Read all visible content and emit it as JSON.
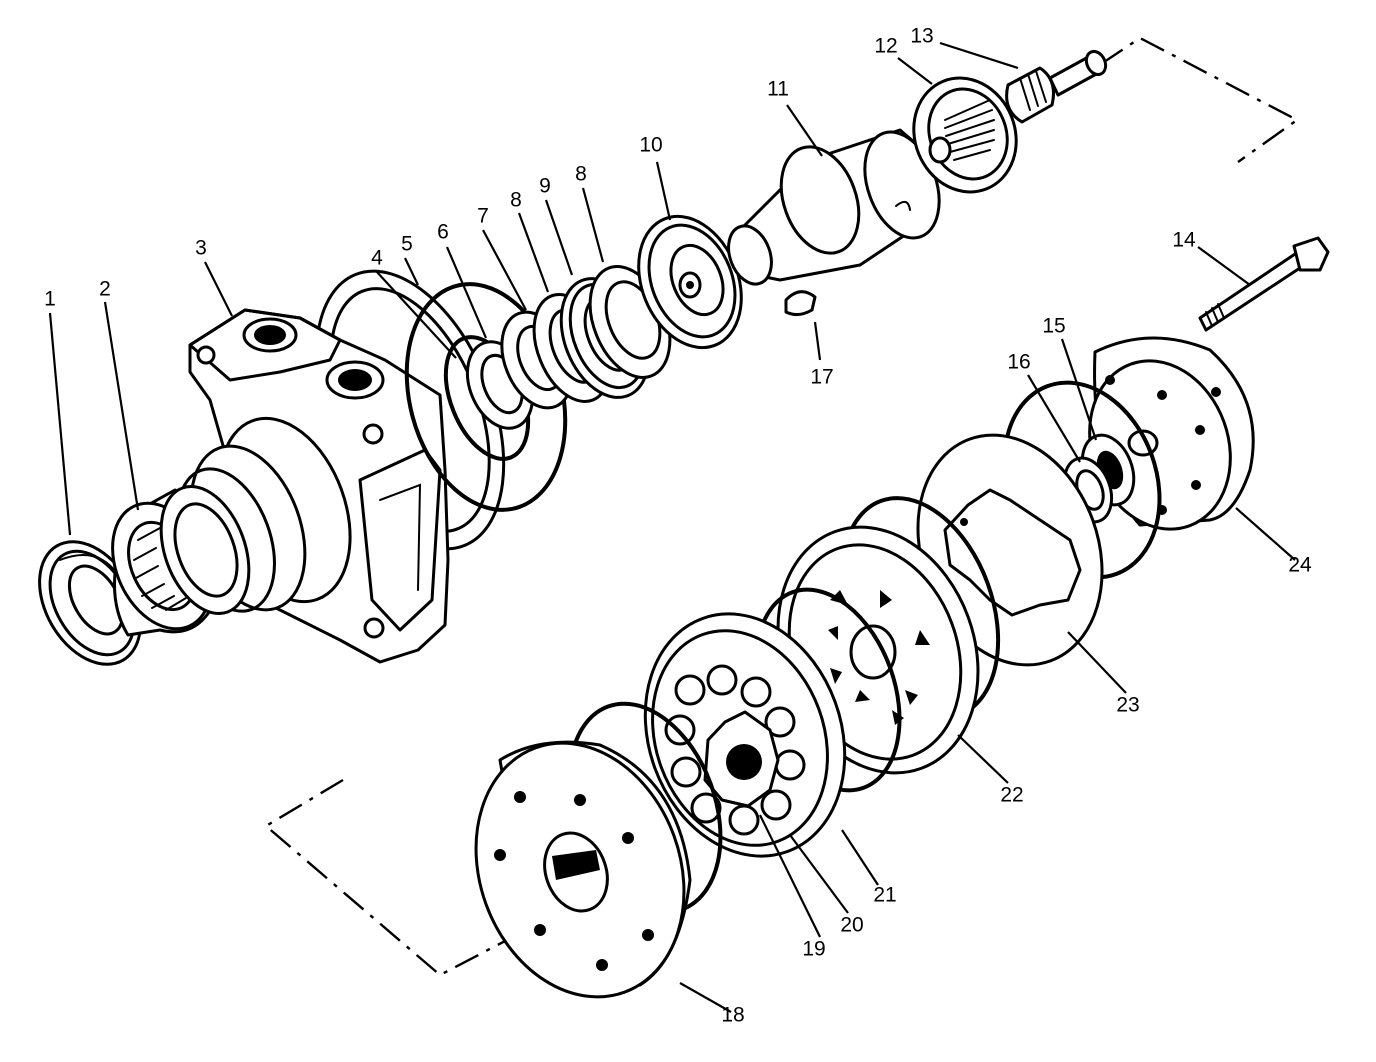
{
  "callouts": {
    "c1": "1",
    "c2": "2",
    "c3": "3",
    "c4": "4",
    "c5": "5",
    "c6": "6",
    "c7": "7",
    "c8a": "8",
    "c8b": "8",
    "c9": "9",
    "c10": "10",
    "c11": "11",
    "c12": "12",
    "c13": "13",
    "c14": "14",
    "c15": "15",
    "c16": "16",
    "c17": "17",
    "c18": "18",
    "c19": "19",
    "c20": "20",
    "c21": "21",
    "c22": "22",
    "c23": "23",
    "c24": "24"
  }
}
